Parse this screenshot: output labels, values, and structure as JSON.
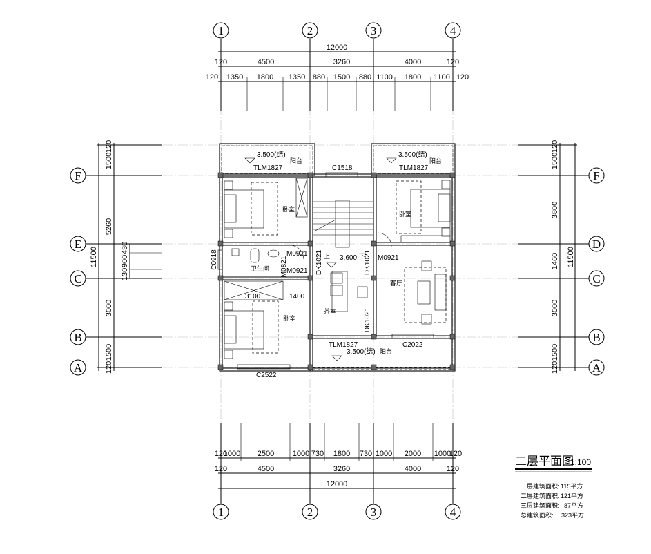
{
  "axes_x": [
    "1",
    "2",
    "3",
    "4"
  ],
  "axes_y_left": [
    "F",
    "E",
    "C",
    "B",
    "A"
  ],
  "axes_y_right": [
    "F",
    "D",
    "C",
    "B",
    "A"
  ],
  "top_dims": {
    "total": "12000",
    "row2": [
      "120",
      "4500",
      "3260",
      "4000",
      "120"
    ],
    "row3": [
      "120",
      "1350",
      "1800",
      "1350",
      "880",
      "1500",
      "880",
      "1100",
      "1800",
      "1100",
      "120"
    ]
  },
  "bottom_dims": {
    "total": "12000",
    "row2": [
      "120",
      "4500",
      "3260",
      "4000",
      "120"
    ],
    "row1": [
      "120",
      "1000",
      "2500",
      "1000",
      "730",
      "1800",
      "730",
      "1000",
      "2000",
      "1000",
      "120"
    ]
  },
  "left_dims": {
    "total": "11500",
    "row2": [
      "120",
      "1500",
      "5260",
      "3000",
      "1500",
      "120"
    ],
    "row3": [
      "430",
      "900",
      "130"
    ]
  },
  "right_dims": {
    "total": "11500",
    "row2": [
      "120",
      "1500",
      "3800",
      "1460",
      "3000",
      "1500",
      "120"
    ]
  },
  "labels": {
    "balcony_level": "3.500(结)",
    "balcony": "阳台",
    "tlm": "TLM1827",
    "c1518": "C1518",
    "c2022": "C2022",
    "c2522": "C2522",
    "c0918": "C0918",
    "m0921": "M0921",
    "m0821": "M0821",
    "dk1021": "DK1021",
    "stair_level": "3.600",
    "up": "上",
    "down": "下",
    "bedroom": "卧室",
    "bathroom": "卫生间",
    "tearoom": "茶室",
    "living": "客厅",
    "d3100": "3100",
    "d1400": "1400"
  },
  "title": {
    "name": "二层平面图",
    "scale": "1:100"
  },
  "areas": [
    {
      "label": "一层建筑面积:",
      "value": "115平方"
    },
    {
      "label": "二层建筑面积:",
      "value": "121平方"
    },
    {
      "label": "三层建筑面积:",
      "value": "87平方"
    },
    {
      "label": "总建筑面积:",
      "value": "323平方"
    }
  ]
}
